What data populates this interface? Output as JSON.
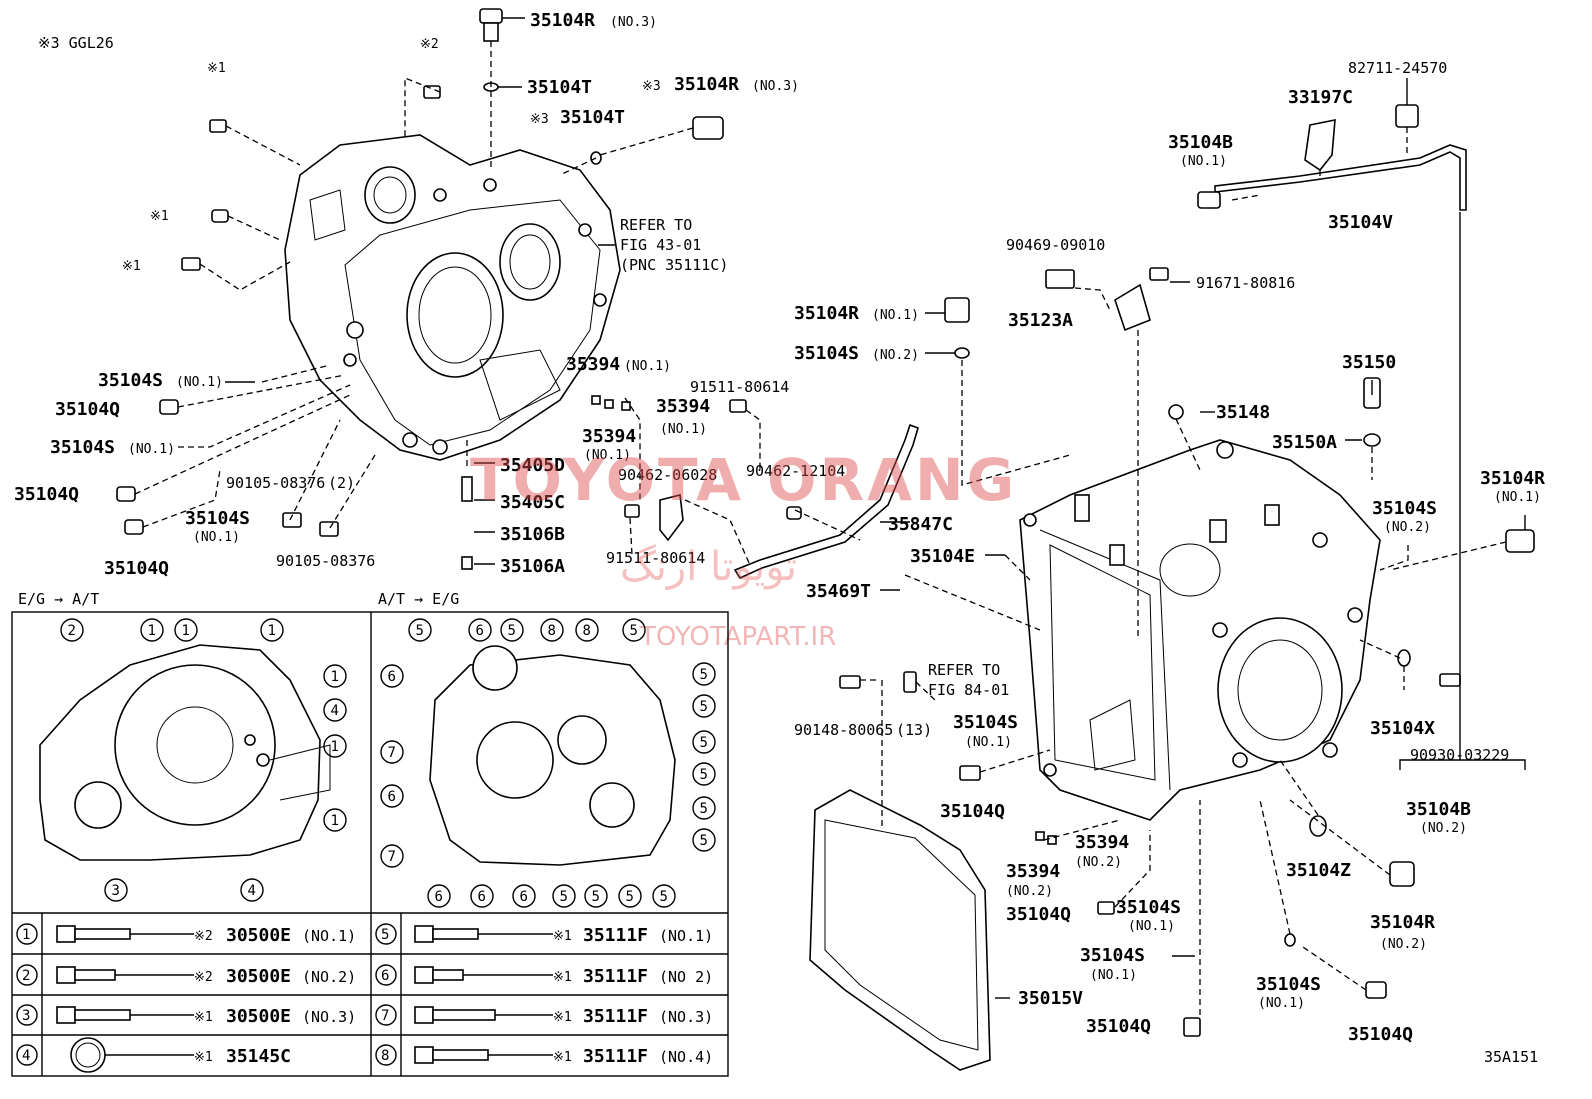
{
  "figure_code": "35A151",
  "model_note": "※3 GGL26",
  "watermark": {
    "en": "TOYOTA ORANG",
    "fa": "تویوتا ارنگ",
    "url": "TOYOTAPART.IR"
  },
  "refer_notes": [
    {
      "line1": "REFER TO",
      "line2": "FIG 43-01",
      "line3": "(PNC 35111C)"
    },
    {
      "line1": "REFER TO",
      "line2": "FIG 84-01"
    }
  ],
  "callouts": [
    {
      "mark": "",
      "pn": "35104R",
      "sub": "(NO.3)"
    },
    {
      "mark": "",
      "pn": "35104T",
      "sub": ""
    },
    {
      "mark": "※3",
      "pn": "35104R",
      "sub": "(NO.3)"
    },
    {
      "mark": "※3",
      "pn": "35104T",
      "sub": ""
    },
    {
      "mark": "",
      "pn": "82711-24570",
      "sub": ""
    },
    {
      "mark": "",
      "pn": "33197C",
      "sub": ""
    },
    {
      "mark": "",
      "pn": "35104B",
      "sub": "(NO.1)"
    },
    {
      "mark": "",
      "pn": "35104V",
      "sub": ""
    },
    {
      "mark": "",
      "pn": "90469-09010",
      "sub": ""
    },
    {
      "mark": "",
      "pn": "91671-80816",
      "sub": ""
    },
    {
      "mark": "",
      "pn": "35123A",
      "sub": ""
    },
    {
      "mark": "",
      "pn": "35104R",
      "sub": "(NO.1)"
    },
    {
      "mark": "",
      "pn": "35104S",
      "sub": "(NO.2)"
    },
    {
      "mark": "",
      "pn": "35394",
      "sub": "(NO.1)"
    },
    {
      "mark": "",
      "pn": "35394",
      "sub": ""
    },
    {
      "mark": "",
      "pn": "35394",
      "sub": "(NO.1)"
    },
    {
      "mark": "",
      "pn": "91511-80614",
      "sub": ""
    },
    {
      "mark": "",
      "pn": "35150",
      "sub": ""
    },
    {
      "mark": "",
      "pn": "35148",
      "sub": ""
    },
    {
      "mark": "",
      "pn": "35150A",
      "sub": ""
    },
    {
      "mark": "",
      "pn": "35104R",
      "sub": "(NO.1)"
    },
    {
      "mark": "",
      "pn": "35104S",
      "sub": "(NO.2)"
    },
    {
      "mark": "",
      "pn": "35104S",
      "sub": "(NO.1)"
    },
    {
      "mark": "",
      "pn": "35104Q",
      "sub": ""
    },
    {
      "mark": "",
      "pn": "35104S",
      "sub": "(NO.1)"
    },
    {
      "mark": "",
      "pn": "35104Q",
      "sub": ""
    },
    {
      "mark": "",
      "pn": "35104S",
      "sub": "(NO.1)"
    },
    {
      "mark": "",
      "pn": "90105-08376",
      "sub": "(2)"
    },
    {
      "mark": "",
      "pn": "35104Q",
      "sub": ""
    },
    {
      "mark": "",
      "pn": "90105-08376",
      "sub": ""
    },
    {
      "mark": "",
      "pn": "35405D",
      "sub": ""
    },
    {
      "mark": "",
      "pn": "35405C",
      "sub": ""
    },
    {
      "mark": "",
      "pn": "35106B",
      "sub": ""
    },
    {
      "mark": "",
      "pn": "35106A",
      "sub": ""
    },
    {
      "mark": "",
      "pn": "90462-06028",
      "sub": ""
    },
    {
      "mark": "",
      "pn": "90462-12104",
      "sub": ""
    },
    {
      "mark": "",
      "pn": "91511-80614",
      "sub": ""
    },
    {
      "mark": "",
      "pn": "35847C",
      "sub": ""
    },
    {
      "mark": "",
      "pn": "35104E",
      "sub": ""
    },
    {
      "mark": "",
      "pn": "35469T",
      "sub": ""
    },
    {
      "mark": "",
      "pn": "90148-80065",
      "sub": "(13)"
    },
    {
      "mark": "",
      "pn": "35104S",
      "sub": "(NO.1)"
    },
    {
      "mark": "",
      "pn": "35104Q",
      "sub": ""
    },
    {
      "mark": "",
      "pn": "35104X",
      "sub": ""
    },
    {
      "mark": "",
      "pn": "90930-03229",
      "sub": ""
    },
    {
      "mark": "",
      "pn": "35104B",
      "sub": "(NO.2)"
    },
    {
      "mark": "",
      "pn": "35104Z",
      "sub": ""
    },
    {
      "mark": "",
      "pn": "35394",
      "sub": "(NO.2)"
    },
    {
      "mark": "",
      "pn": "35394",
      "sub": "(NO.2)"
    },
    {
      "mark": "",
      "pn": "35104Q",
      "sub": ""
    },
    {
      "mark": "",
      "pn": "35104S",
      "sub": "(NO.1)"
    },
    {
      "mark": "",
      "pn": "35104R",
      "sub": "(NO.2)"
    },
    {
      "mark": "",
      "pn": "35104S",
      "sub": "(NO.1)"
    },
    {
      "mark": "",
      "pn": "35104S",
      "sub": "(NO.1)"
    },
    {
      "mark": "",
      "pn": "35015V",
      "sub": ""
    },
    {
      "mark": "",
      "pn": "35104Q",
      "sub": ""
    },
    {
      "mark": "",
      "pn": "35104Q",
      "sub": ""
    }
  ],
  "bolt_marks": [
    "※1",
    "※1",
    "※1",
    "※2"
  ],
  "views": {
    "left_title": "E/G → A/T",
    "right_title": "A/T → E/G",
    "left_numbers": [
      "2",
      "1",
      "1",
      "1",
      "1",
      "4",
      "1",
      "1",
      "3",
      "4"
    ],
    "right_numbers": [
      "5",
      "6",
      "5",
      "8",
      "8",
      "5",
      "6",
      "5",
      "7",
      "5",
      "5",
      "6",
      "5",
      "7",
      "5",
      "5",
      "6",
      "6",
      "6",
      "5",
      "5",
      "5",
      "5"
    ]
  },
  "legend": [
    {
      "num": "1",
      "mark": "※2",
      "pn": "30500E",
      "sub": "(NO.1)"
    },
    {
      "num": "2",
      "mark": "※2",
      "pn": "30500E",
      "sub": "(NO.2)"
    },
    {
      "num": "3",
      "mark": "※1",
      "pn": "30500E",
      "sub": "(NO.3)"
    },
    {
      "num": "4",
      "mark": "※1",
      "pn": "35145C",
      "sub": ""
    },
    {
      "num": "5",
      "mark": "※1",
      "pn": "35111F",
      "sub": "(NO.1)"
    },
    {
      "num": "6",
      "mark": "※1",
      "pn": "35111F",
      "sub": "(NO 2)"
    },
    {
      "num": "7",
      "mark": "※1",
      "pn": "35111F",
      "sub": "(NO.3)"
    },
    {
      "num": "8",
      "mark": "※1",
      "pn": "35111F",
      "sub": "(NO.4)"
    }
  ]
}
